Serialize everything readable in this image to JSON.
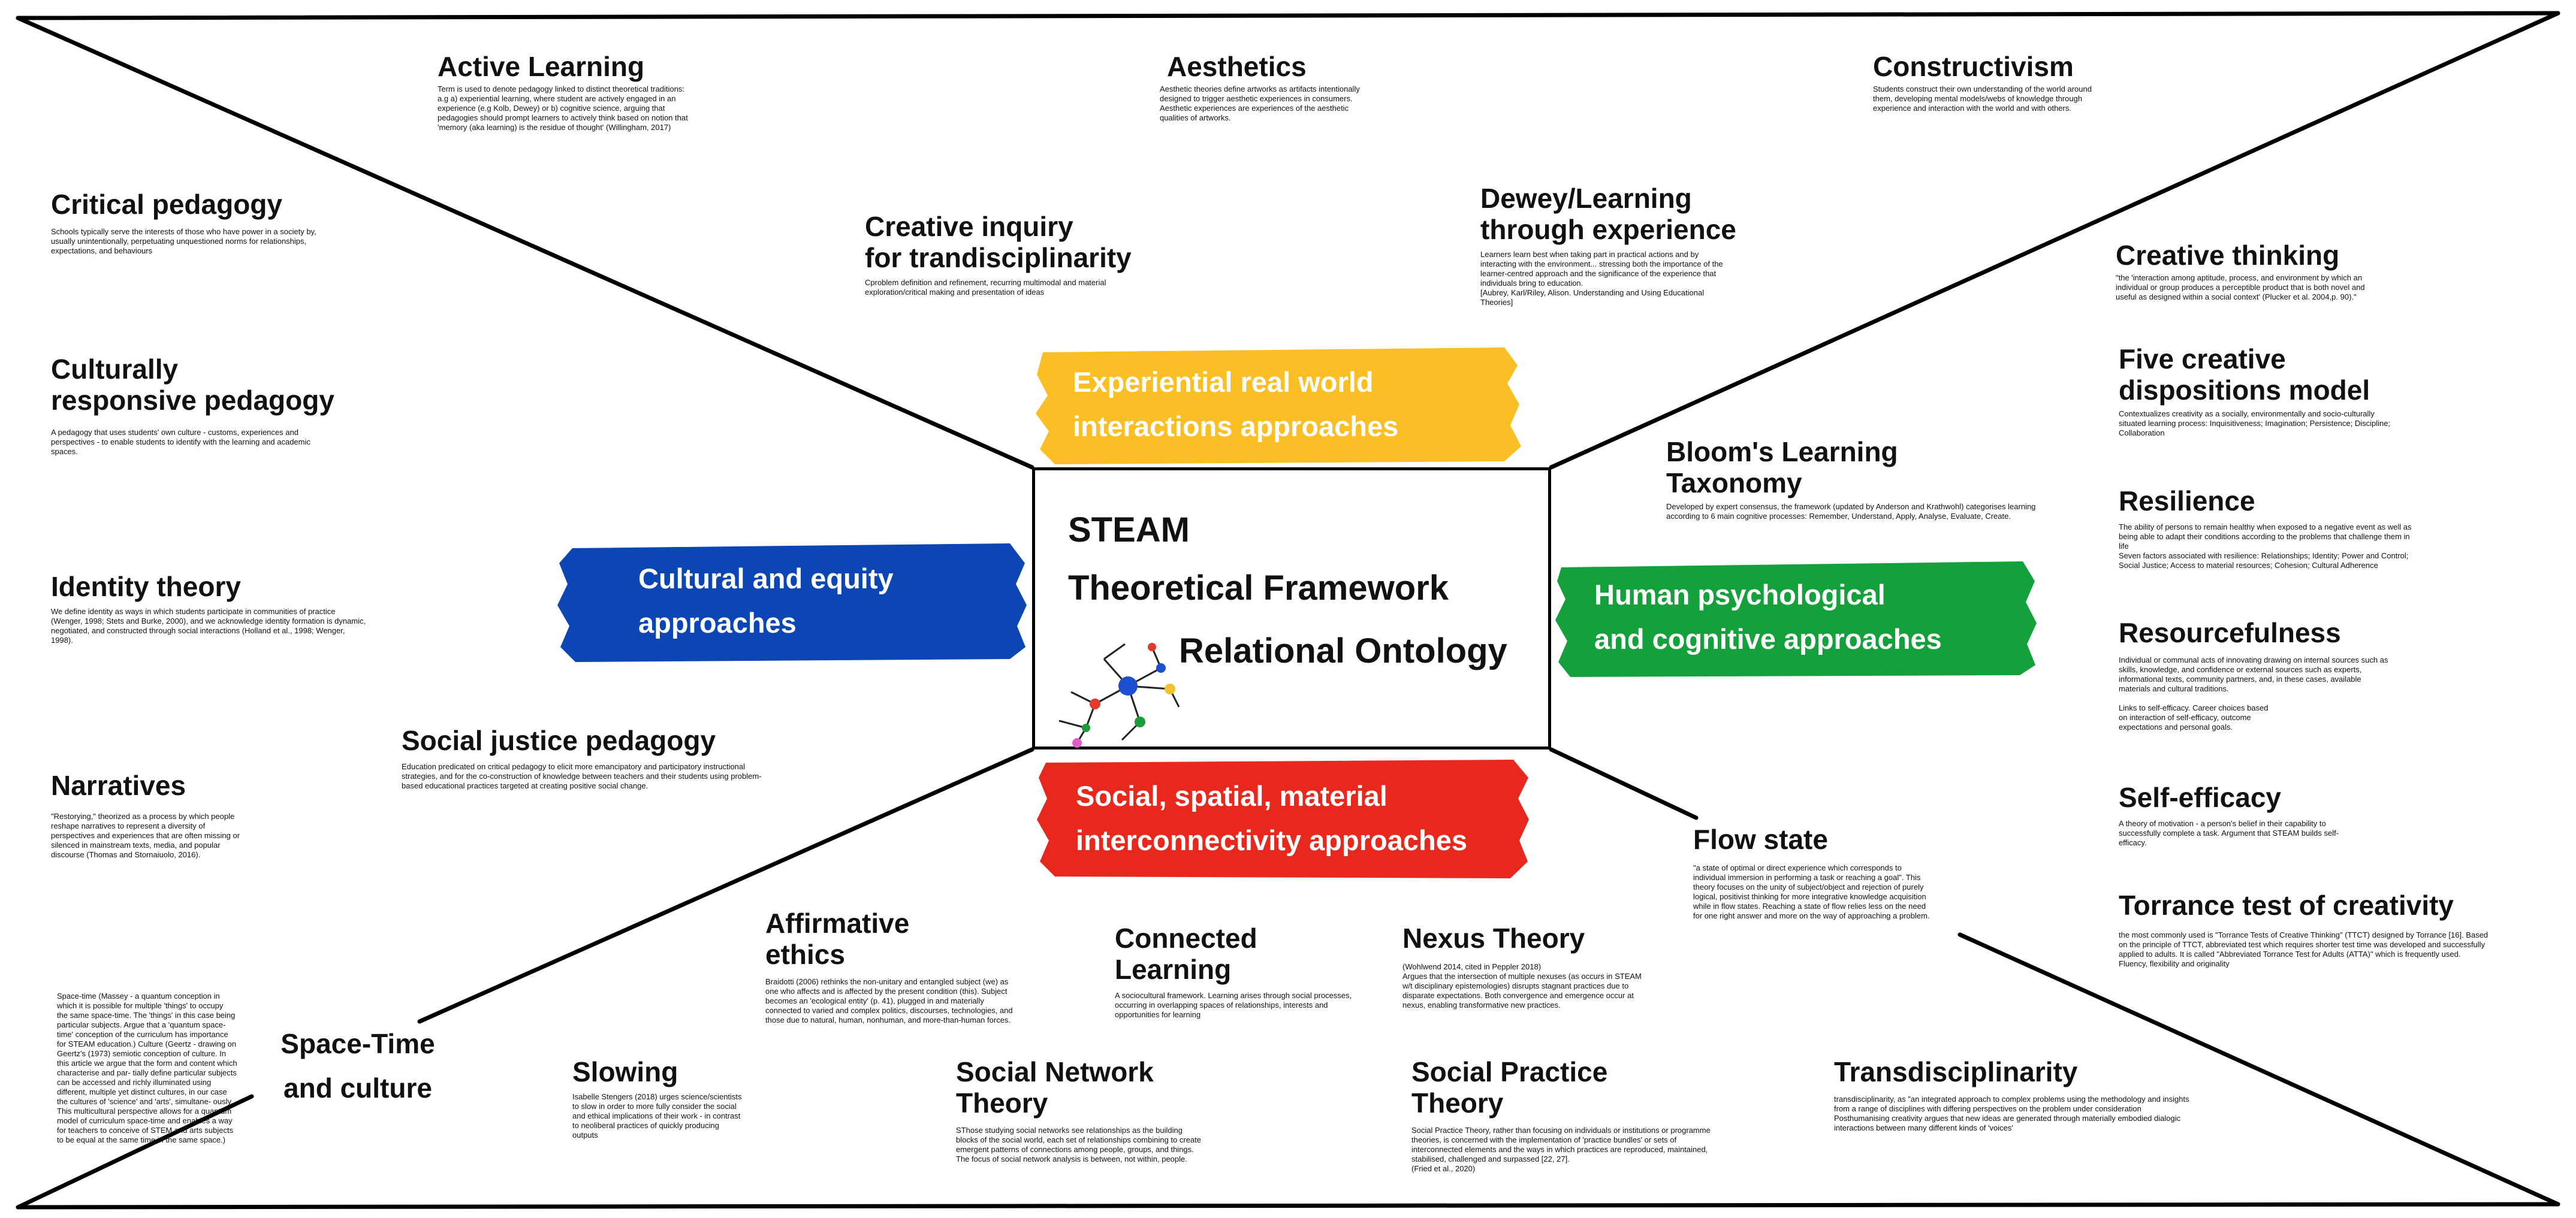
{
  "colors": {
    "cultural": "#0b46b4",
    "experiential": "#fbbf25",
    "human": "#14a03a",
    "social": "#e8281d",
    "lines": "#000000"
  },
  "center": {
    "line1": "STEAM",
    "line2": "Theoretical Framework",
    "line3": "Relational Ontology",
    "icon": "network-molecule-icon"
  },
  "approaches": {
    "cultural": "Cultural and equity\napproaches",
    "experiential": "Experiential real world\ninteractions approaches",
    "human": "Human psychological\nand cognitive approaches",
    "social": "Social, spatial, material\ninterconnectivity approaches"
  },
  "topics": {
    "active_learning": {
      "title": "Active Learning",
      "desc": "Term is used to denote pedagogy linked to distinct theoretical traditions:\na.g a) experiential learning, where student are actively engaged in an\nexperience (e.g Kolb, Dewey) or b) cognitive science, arguing that\npedagogies should prompt learners to actively think based on notion that\n'memory (aka learning) is the residue of thought' (Willingham, 2017)"
    },
    "aesthetics": {
      "title": "Aesthetics",
      "desc": "Aesthetic theories define artworks as artifacts intentionally\ndesigned to trigger aesthetic experiences in consumers.\nAesthetic experiences are experiences of the aesthetic\nqualities of artworks."
    },
    "constructivism": {
      "title": "Constructivism",
      "desc": "Students construct their own understanding of the world around\nthem, developing mental models/webs of knowledge through\nexperience and interaction with the world and with others."
    },
    "critical_pedagogy": {
      "title": "Critical pedagogy",
      "desc": "Schools typically serve the interests of those who have power in a society by,\nusually unintentionally, perpetuating unquestioned norms for relationships,\nexpectations, and behaviours"
    },
    "creative_inquiry": {
      "title": "Creative inquiry\nfor trandisciplinarity",
      "desc": "Cproblem definition and refinement, recurring multimodal and material\nexploration/critical making and presentation of ideas"
    },
    "dewey": {
      "title": "Dewey/Learning\nthrough experience",
      "desc": "Learners learn best when taking part in practical actions and by\ninteracting with the environment... stressing both the importance of the\nlearner-centred approach and the significance of the experience that\nindividuals bring to education.\n[Aubrey, Karl/Riley, Alison. Understanding and Using Educational\nTheories]"
    },
    "creative_thinking": {
      "title": "Creative thinking",
      "desc": "\"the 'interaction among aptitude, process, and environment by which an\nindividual or group produces a perceptible product that is both novel and\nuseful as designed within a social context' (Plucker et al. 2004,p. 90).\""
    },
    "five_dispositions": {
      "title": "Five creative\ndispositions model",
      "desc": "Contextualizes creativity as a socially, environmentally and socio-culturally\nsituated learning process: Inquisitiveness; Imagination; Persistence; Discipline;\nCollaboration"
    },
    "culturally_responsive": {
      "title": "Culturally\nresponsive pedagogy",
      "desc": "A pedagogy that uses students' own culture - customs, experiences and\nperspectives - to enable students to identify with the learning and academic\nspaces."
    },
    "blooms": {
      "title": "Bloom's Learning\nTaxonomy",
      "desc": "Developed by expert consensus, the framework (updated by Anderson and Krathwohl) categorises learning\naccording to 6 main cognitive processes: Remember, Understand, Apply, Analyse, Evaluate, Create."
    },
    "resilience": {
      "title": "Resilience",
      "desc": "The ability of persons to remain healthy when exposed to a negative event as well as\nbeing able to adapt their conditions according to the problems that challenge them in\nlife\nSeven factors associated with resilience: Relationships; Identity; Power and Control;\nSocial Justice; Access to material resources; Cohesion; Cultural Adherence"
    },
    "identity_theory": {
      "title": "Identity theory",
      "desc": "We define identity as ways in which students participate in communities of practice\n(Wenger, 1998; Stets and Burke, 2000), and we acknowledge identity formation is dynamic,\nnegotiated, and constructed through social interactions (Holland et al., 1998; Wenger,\n1998)."
    },
    "resourcefulness": {
      "title": "Resourcefulness",
      "desc": "Individual or communal acts of innovating drawing on internal sources such as\nskills, knowledge, and confidence or external sources such as experts,\ninformational texts, community partners, and, in these cases, available\nmaterials and cultural traditions.\n\nLinks to self-efficacy. Career choices based\non interaction of self-efficacy, outcome\nexpectations and personal goals."
    },
    "social_justice": {
      "title": "Social justice pedagogy",
      "desc": "Education predicated on critical pedagogy to elicit more emancipatory and participatory instructional\nstrategies, and for the co-construction of knowledge between teachers and their students using problem-\nbased educational practices targeted at creating positive social change."
    },
    "narratives": {
      "title": "Narratives",
      "desc": "\"Restorying,\" theorized as a process by which people\nreshape narratives to represent a diversity of\nperspectives and experiences that are often missing or\nsilenced in mainstream texts, media, and popular\ndiscourse (Thomas and Stornaiuolo, 2016)."
    },
    "self_efficacy": {
      "title": "Self-efficacy",
      "desc": "A theory of motivation - a person's belief in their capability to\nsuccessfully complete a task. Argument that STEAM builds self-\nefficacy."
    },
    "flow_state": {
      "title": "Flow state",
      "desc": "\"a state of optimal or direct experience which corresponds to\nindividual immersion in performing a task or reaching a goal\". This\ntheory focuses on the unity of subject/object and rejection of purely\nlogical, positivist thinking for more integrative knowledge acquisition\nwhile in flow states. Reaching a state of flow relies less on the need\nfor one right answer and more on the way of approaching a problem."
    },
    "torrance": {
      "title": "Torrance test of creativity",
      "desc": "the most commonly used is \"Torrance Tests of Creative Thinking\" (TTCT) designed by Torrance [16]. Based\non the principle of TTCT, abbreviated test which requires shorter test time was developed and successfully\napplied to adults. It is called \"Abbreviated Torrance Test for Adults (ATTA)\" which is frequently used.\nFluency, flexibility and originality"
    },
    "affirmative_ethics": {
      "title": "Affirmative\nethics",
      "desc": "Braidotti (2006) rethinks the non-unitary and entangled subject (we) as\none who affects and is affected by the present condition (this). Subject\nbecomes an 'ecological entity' (p. 41), plugged in and materially\nconnected to varied and complex politics, discourses, technologies, and\nthose due to natural, human, nonhuman, and more-than-human forces."
    },
    "connected_learning": {
      "title": "Connected\nLearning",
      "desc": "A sociocultural framework. Learning arises through social processes,\noccurring in overlapping spaces of relationships, interests and\nopportunities for learning"
    },
    "nexus_theory": {
      "title": "Nexus Theory",
      "desc": "(Wohlwend 2014, cited in Peppler 2018)\nArgues that the intersection of multiple nexuses (as occurs in STEAM\nw/t disciplinary epistemologies) disrupts stagnant practices due to\ndisparate expectations. Both convergence and emergence occur at\nnexus, enabling transformative new practices."
    },
    "space_time_desc": "Space-time (Massey - a quantum conception in\nwhich it is possible for multiple 'things' to occupy\nthe same space-time. The 'things' in this case being\nparticular subjects. Argue that a 'quantum space-\ntime' conception of the curriculum has importance\nfor STEAM education.) Culture (Geertz - drawing on\nGeertz's (1973) semiotic conception of culture. In\nthis article we argue that the form and content which\ncharacterise and par- tially define particular subjects\ncan be accessed and richly illuminated using\ndifferent, multiple yet distinct cultures, in our case\nthe cultures of 'science' and 'arts', simultane- ously.\nThis multicultural perspective allows for a quantum\nmodel of curriculum space-time and enables a way\nfor teachers to conceive of STEM and arts subjects\nto be equal at the same time in the same space.)",
    "space_time_title": "Space-Time\nand culture",
    "slowing": {
      "title": "Slowing",
      "desc": "Isabelle Stengers (2018) urges science/scientists\nto slow in order to more fully consider the social\nand ethical implications of their work - in contrast\nto neoliberal practices of quickly producing\noutputs"
    },
    "social_network": {
      "title": "Social Network\nTheory",
      "desc": "SThose studying social networks see relationships as the building\nblocks of the social world, each set of relationships combining to create\nemergent patterns of connections among people, groups, and things.\nThe focus of social network analysis is between, not within, people."
    },
    "social_practice": {
      "title": "Social Practice\nTheory",
      "desc": "Social Practice Theory, rather than focusing on individuals or institutions or programme\ntheories, is concerned with the implementation of 'practice bundles' or sets of\ninterconnected elements and the ways in which practices are reproduced, maintained,\nstabilised, challenged and surpassed [22, 27].\n(Fried et al., 2020)"
    },
    "transdisciplinarity": {
      "title": "Transdisciplinarity",
      "desc": "transdisciplinarity, as \"an integrated approach to complex problems using the methodology and insights\nfrom a range of disciplines with differing perspectives on the problem under consideration\nPosthumanising creativity argues that new ideas are generated through materially embodied dialogic\ninteractions between many different kinds of 'voices'"
    }
  }
}
